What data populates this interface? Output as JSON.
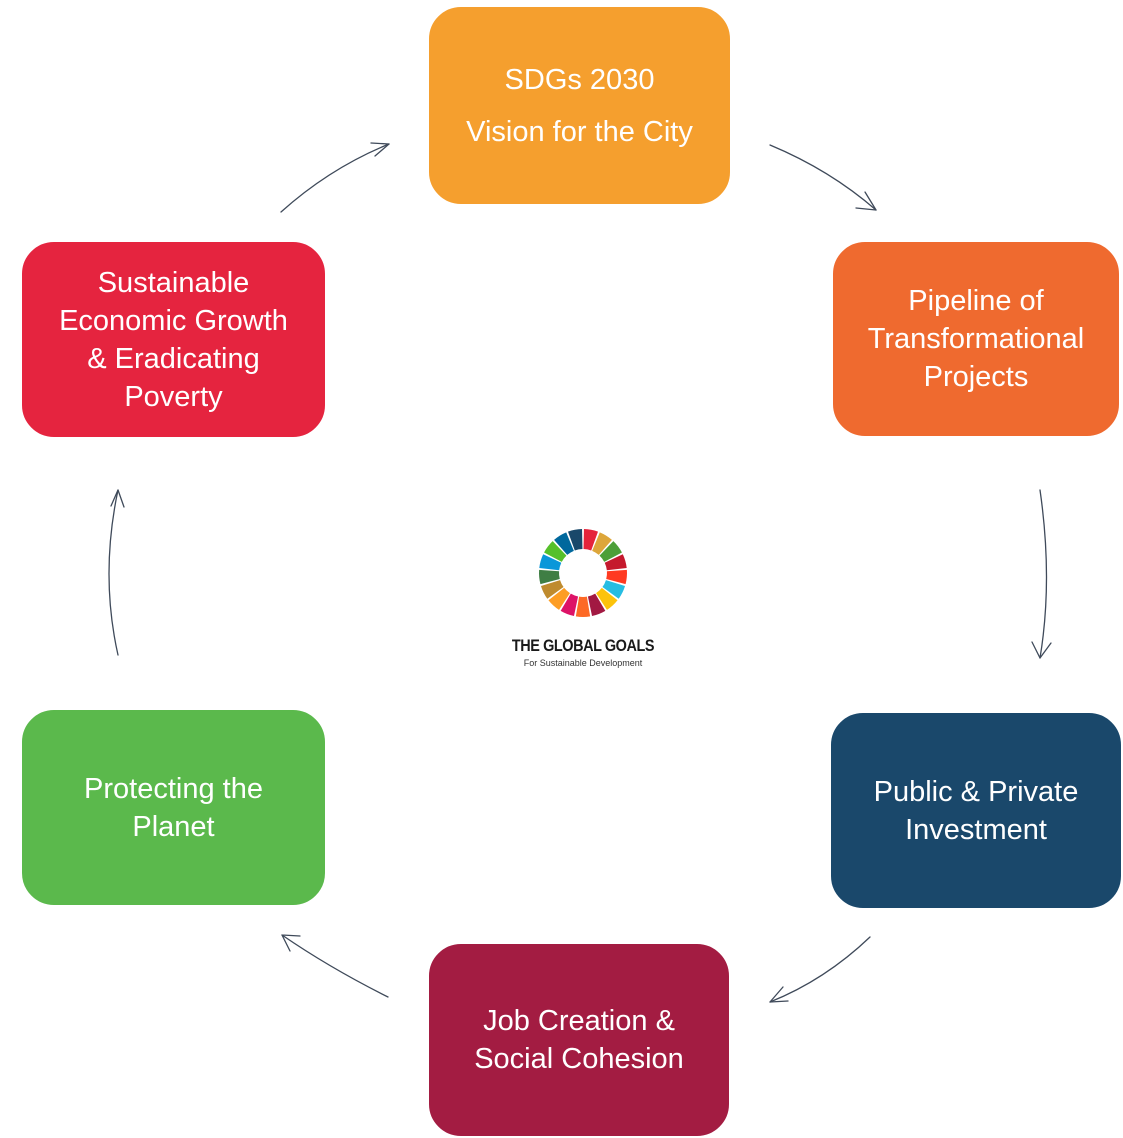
{
  "colors": {
    "orange": "#f59f2e",
    "dark_orange": "#ef6a2f",
    "navy": "#1a486b",
    "maroon": "#a31c42",
    "green": "#5bb94c",
    "red": "#e5243f",
    "arrow": "#3f4a5a"
  },
  "nodes": [
    {
      "lines": [
        "SDGs 2030",
        "Vision for the City"
      ]
    },
    {
      "lines": [
        "Pipeline of",
        "Transformational",
        "Projects"
      ]
    },
    {
      "lines": [
        "Public & Private",
        "Investment"
      ]
    },
    {
      "lines": [
        "Job Creation &",
        "Social Cohesion"
      ]
    },
    {
      "lines": [
        "Protecting the",
        "Planet"
      ]
    },
    {
      "lines": [
        "Sustainable",
        "Economic Growth",
        "& Eradicating",
        "Poverty"
      ]
    }
  ],
  "logo": {
    "icon": "sdg-wheel-icon",
    "title": "THE GLOBAL GOALS",
    "subtitle": "For Sustainable Development",
    "segment_colors": [
      "#e5243b",
      "#dda63a",
      "#4c9f38",
      "#c5192d",
      "#ff3a21",
      "#26bde2",
      "#fcc30b",
      "#a21942",
      "#fd6925",
      "#dd1367",
      "#fd9d24",
      "#bf8b2e",
      "#3f7e44",
      "#0a97d9",
      "#56c02b",
      "#00689d",
      "#19486a"
    ]
  }
}
